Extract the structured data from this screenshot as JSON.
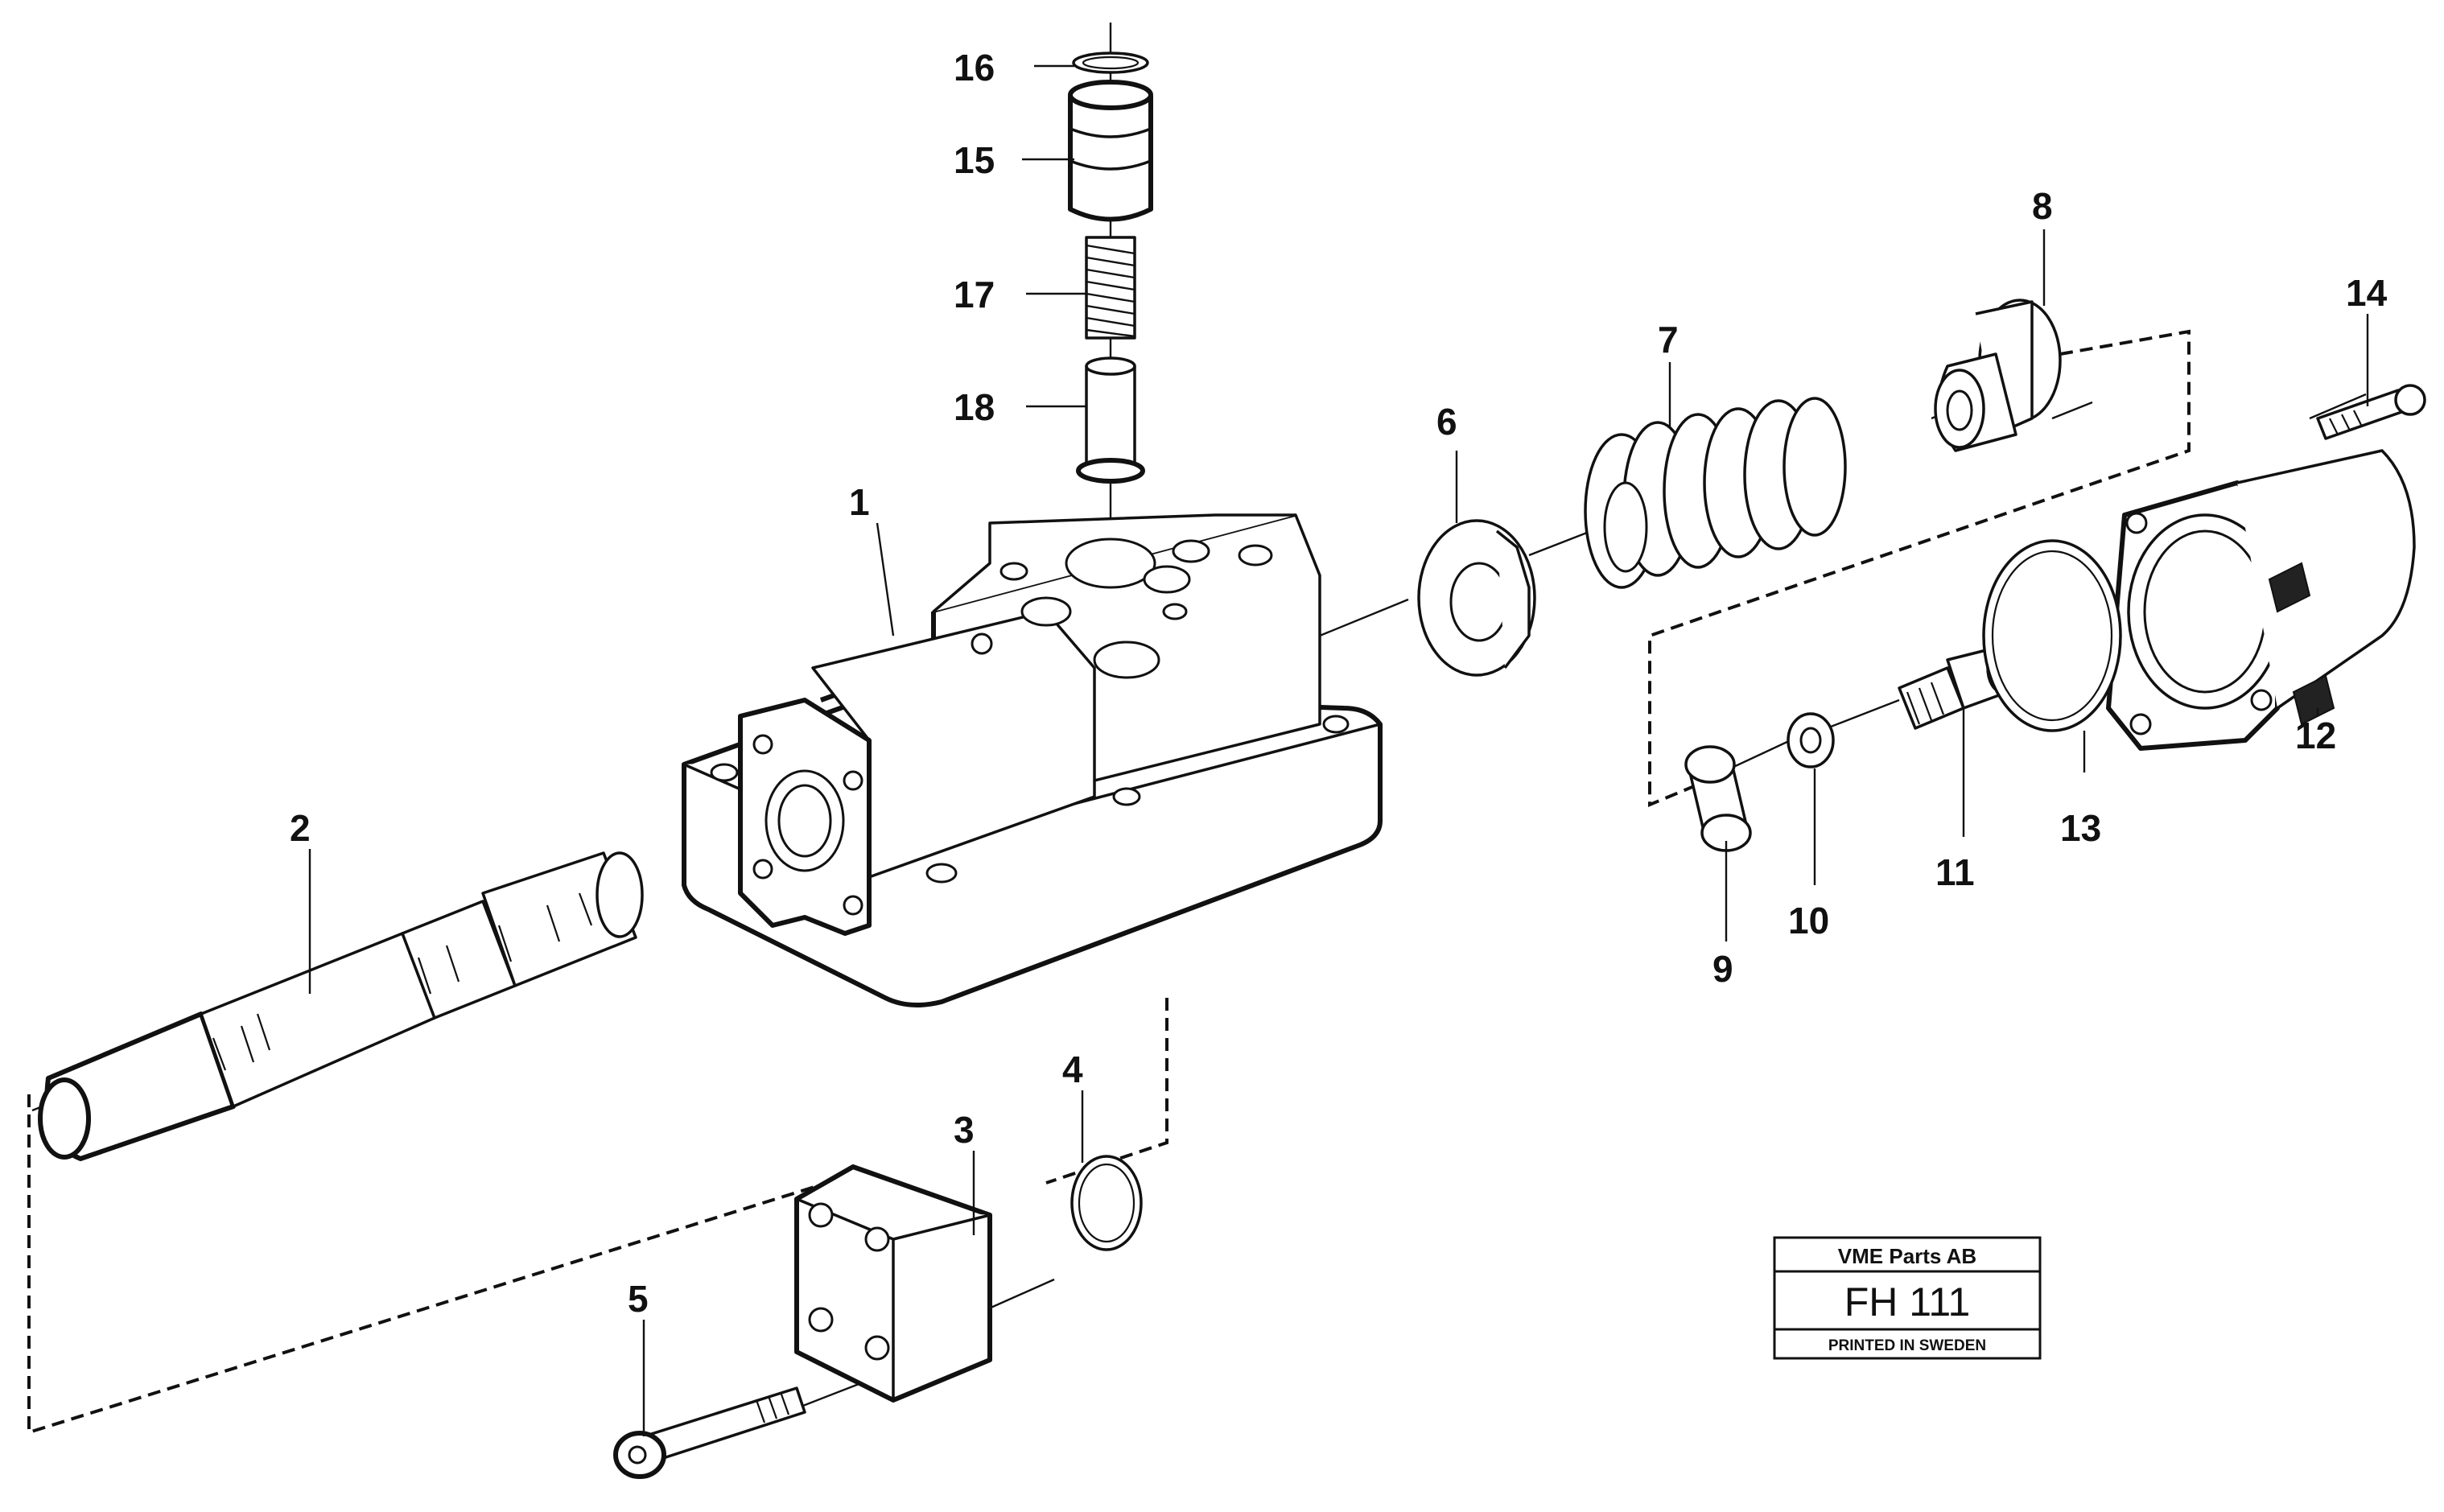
{
  "diagram": {
    "callouts": [
      {
        "id": "1",
        "text": "1"
      },
      {
        "id": "2",
        "text": "2"
      },
      {
        "id": "3",
        "text": "3"
      },
      {
        "id": "4",
        "text": "4"
      },
      {
        "id": "5",
        "text": "5"
      },
      {
        "id": "6",
        "text": "6"
      },
      {
        "id": "7",
        "text": "7"
      },
      {
        "id": "8",
        "text": "8"
      },
      {
        "id": "9",
        "text": "9"
      },
      {
        "id": "10",
        "text": "10"
      },
      {
        "id": "11",
        "text": "11"
      },
      {
        "id": "12",
        "text": "12"
      },
      {
        "id": "13",
        "text": "13"
      },
      {
        "id": "14",
        "text": "14"
      },
      {
        "id": "15",
        "text": "15"
      },
      {
        "id": "16",
        "text": "16"
      },
      {
        "id": "17",
        "text": "17"
      },
      {
        "id": "18",
        "text": "18"
      }
    ]
  },
  "title_block": {
    "company": "VME Parts AB",
    "code": "FH 111",
    "footer": "PRINTED IN SWEDEN"
  }
}
